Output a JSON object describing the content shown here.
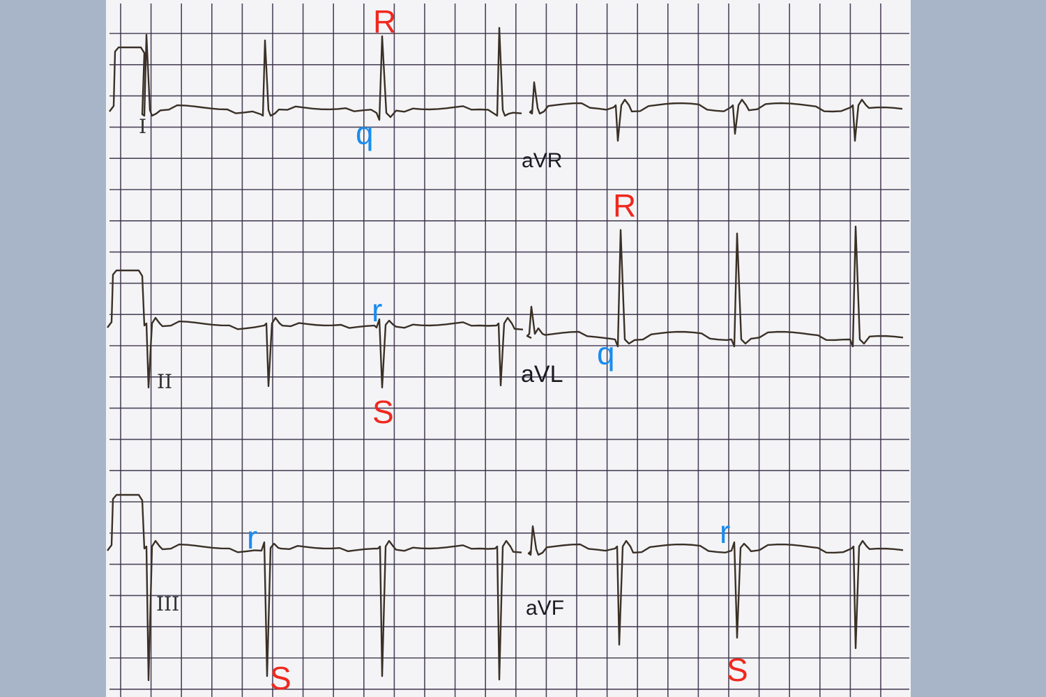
{
  "colors": {
    "background": "#a8b5c9",
    "paper": "#f4f4f7",
    "grid": "#3a3048",
    "trace": "#3a3026",
    "major_wave": "#f0281e",
    "minor_wave": "#1a8cf0"
  },
  "leads": {
    "I": "I",
    "aVR": "aVR",
    "II": "II",
    "aVL": "aVL",
    "III": "III",
    "aVF": "aVF"
  },
  "annotations": {
    "lead_I_R": "R",
    "lead_I_q": "q",
    "lead_II_r": "r",
    "lead_II_S": "S",
    "lead_aVL_R": "R",
    "lead_aVL_q": "q",
    "lead_III_r": "r",
    "lead_III_S": "S",
    "lead_aVF_r": "r",
    "lead_aVF_S": "S"
  }
}
